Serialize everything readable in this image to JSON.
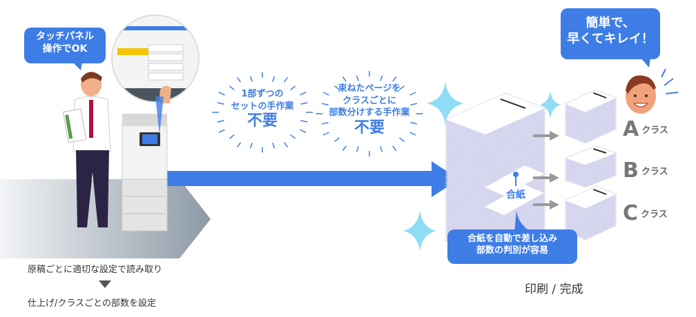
{
  "left_bubble": {
    "lines": [
      "タッチパネル",
      "操作でOK"
    ]
  },
  "right_bubble": {
    "lines": [
      "簡単で、",
      "早くてキレイ！"
    ]
  },
  "burst1": {
    "lines": [
      "1部ずつの",
      "セットの手作業"
    ],
    "emphasis": "不要"
  },
  "burst2": {
    "lines": [
      "束ねたページを",
      "クラスごとに",
      "部数分けする手作業"
    ],
    "emphasis": "不要"
  },
  "divider_label": "合紙",
  "info_bubble": {
    "lines": [
      "合紙を自動で差し込み",
      "部数の判別が容易"
    ]
  },
  "classes": [
    {
      "letter": "A",
      "label": "クラス"
    },
    {
      "letter": "B",
      "label": "クラス"
    },
    {
      "letter": "C",
      "label": "クラス"
    }
  ],
  "steps": {
    "step1": "原稿ごとに適切な設定で読み取り",
    "step2": "仕上げ/クラスごとの部数を設定"
  },
  "result_label": "印刷 / 完成",
  "colors": {
    "accent": "#3e7de6",
    "arrow_gray": "#999999",
    "paper": "#d9d9f0"
  }
}
